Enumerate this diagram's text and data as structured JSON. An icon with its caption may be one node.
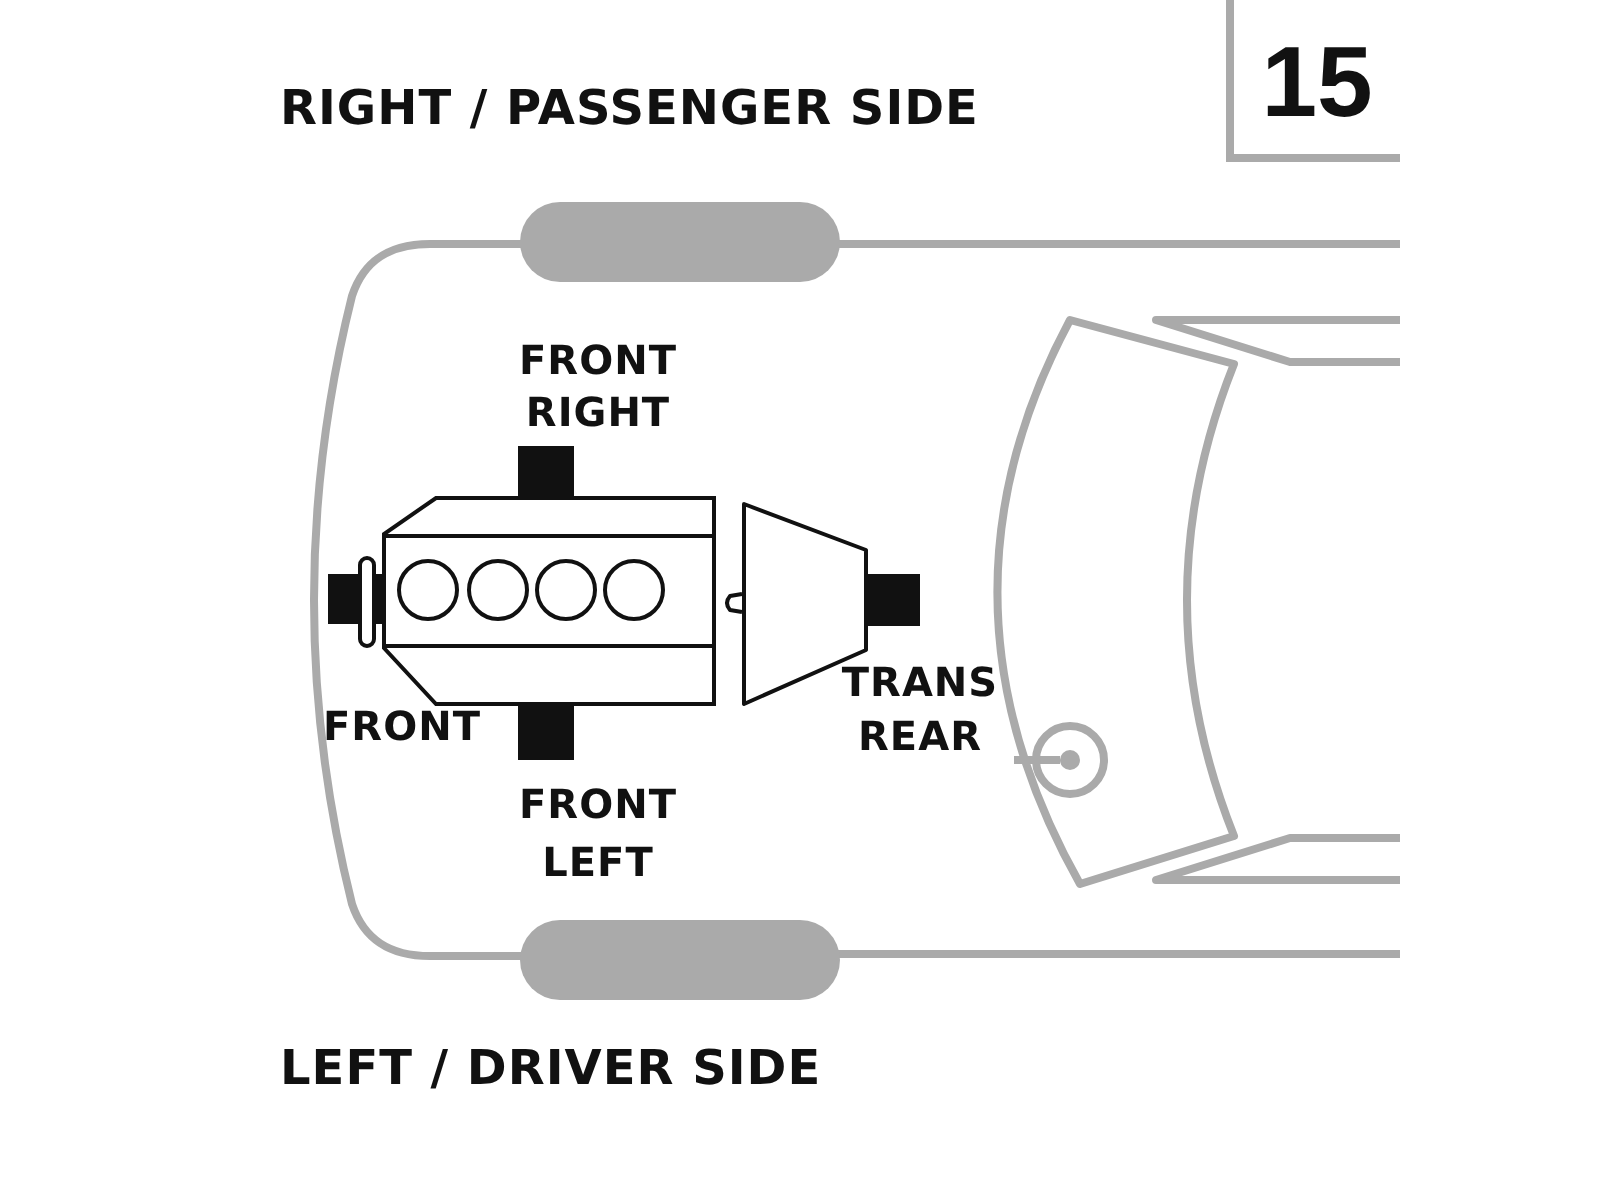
{
  "diagram": {
    "labels": [
      "RIGHT / PASSENGER SIDE",
      "15",
      "FRONT RIGHT",
      "FRONT",
      "TRANS REAR",
      "FRONT LEFT",
      "LEFT / DRIVER SIDE"
    ]
  }
}
